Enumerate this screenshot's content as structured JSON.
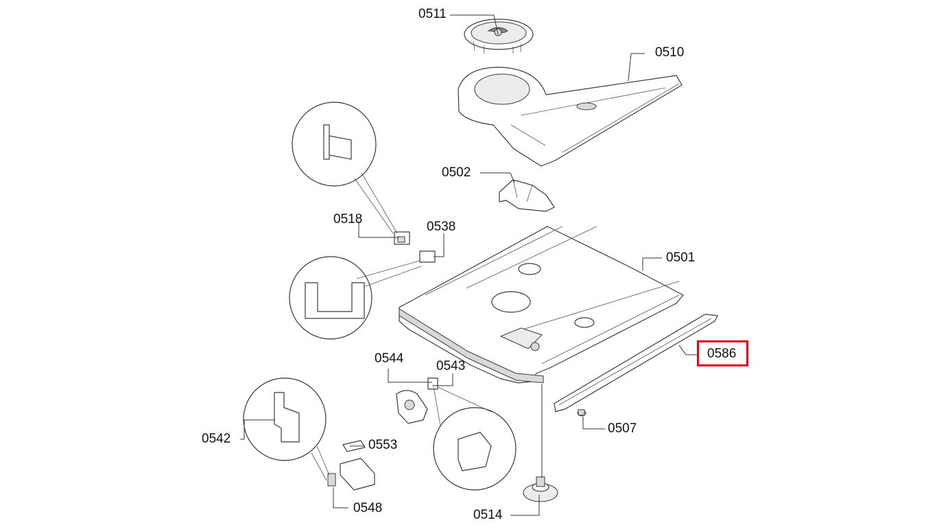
{
  "labels": {
    "p0511": "0511",
    "p0510": "0510",
    "p0502": "0502",
    "p0518": "0518",
    "p0538": "0538",
    "p0501": "0501",
    "p0586": "0586",
    "p0544": "0544",
    "p0543": "0543",
    "p0507": "0507",
    "p0542": "0542",
    "p0553": "0553",
    "p0548": "0548",
    "p0514": "0514"
  },
  "highlight": {
    "part": "0586",
    "color": "#e3001b"
  }
}
